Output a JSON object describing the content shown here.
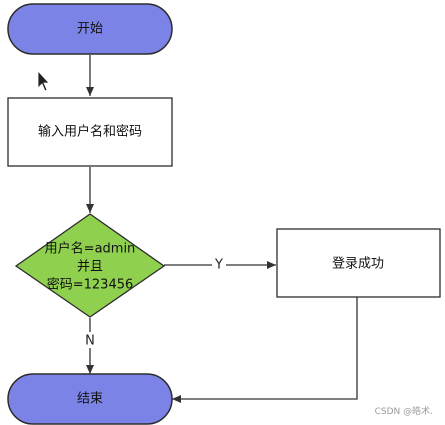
{
  "flowchart": {
    "start": {
      "label": "开始",
      "fill": "#7b84e6",
      "stroke": "#2c2c2c"
    },
    "input": {
      "label": "输入用户名和密码"
    },
    "decision": {
      "lines": [
        "用户名=admin",
        "并且",
        "密码=123456"
      ],
      "fill": "#8fd14f",
      "stroke": "#2c2c2c"
    },
    "success": {
      "label": "登录成功"
    },
    "end": {
      "label": "结束",
      "fill": "#7b84e6",
      "stroke": "#2c2c2c"
    },
    "edge_yes": "Y",
    "edge_no": "N"
  },
  "watermark": "CSDN @皓术."
}
